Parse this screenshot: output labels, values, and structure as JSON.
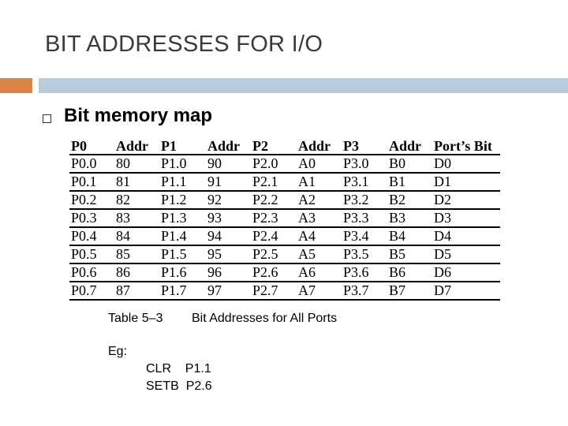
{
  "slide": {
    "title": "BIT ADDRESSES FOR I/O",
    "heading": "Bit memory map",
    "colors": {
      "accent_orange": "#dd8447",
      "accent_blue": "#b9ccdc"
    }
  },
  "table": {
    "headers": [
      "P0",
      "Addr",
      "P1",
      "Addr",
      "P2",
      "Addr",
      "P3",
      "Addr",
      "Port’s Bit"
    ],
    "rows": [
      [
        "P0.0",
        "80",
        "P1.0",
        "90",
        "P2.0",
        "A0",
        "P3.0",
        "B0",
        "D0"
      ],
      [
        "P0.1",
        "81",
        "P1.1",
        "91",
        "P2.1",
        "A1",
        "P3.1",
        "B1",
        "D1"
      ],
      [
        "P0.2",
        "82",
        "P1.2",
        "92",
        "P2.2",
        "A2",
        "P3.2",
        "B2",
        "D2"
      ],
      [
        "P0.3",
        "83",
        "P1.3",
        "93",
        "P2.3",
        "A3",
        "P3.3",
        "B3",
        "D3"
      ],
      [
        "P0.4",
        "84",
        "P1.4",
        "94",
        "P2.4",
        "A4",
        "P3.4",
        "B4",
        "D4"
      ],
      [
        "P0.5",
        "85",
        "P1.5",
        "95",
        "P2.5",
        "A5",
        "P3.5",
        "B5",
        "D5"
      ],
      [
        "P0.6",
        "86",
        "P1.6",
        "96",
        "P2.6",
        "A6",
        "P3.6",
        "B6",
        "D6"
      ],
      [
        "P0.7",
        "87",
        "P1.7",
        "97",
        "P2.7",
        "A7",
        "P3.7",
        "B7",
        "D7"
      ]
    ]
  },
  "caption": {
    "label": "Table 5–3",
    "text": "Bit Addresses for All Ports"
  },
  "example": {
    "label": "Eg:",
    "lines": [
      {
        "op": "CLR",
        "arg": "P1.1"
      },
      {
        "op": "SETB",
        "arg": "P2.6"
      }
    ]
  }
}
